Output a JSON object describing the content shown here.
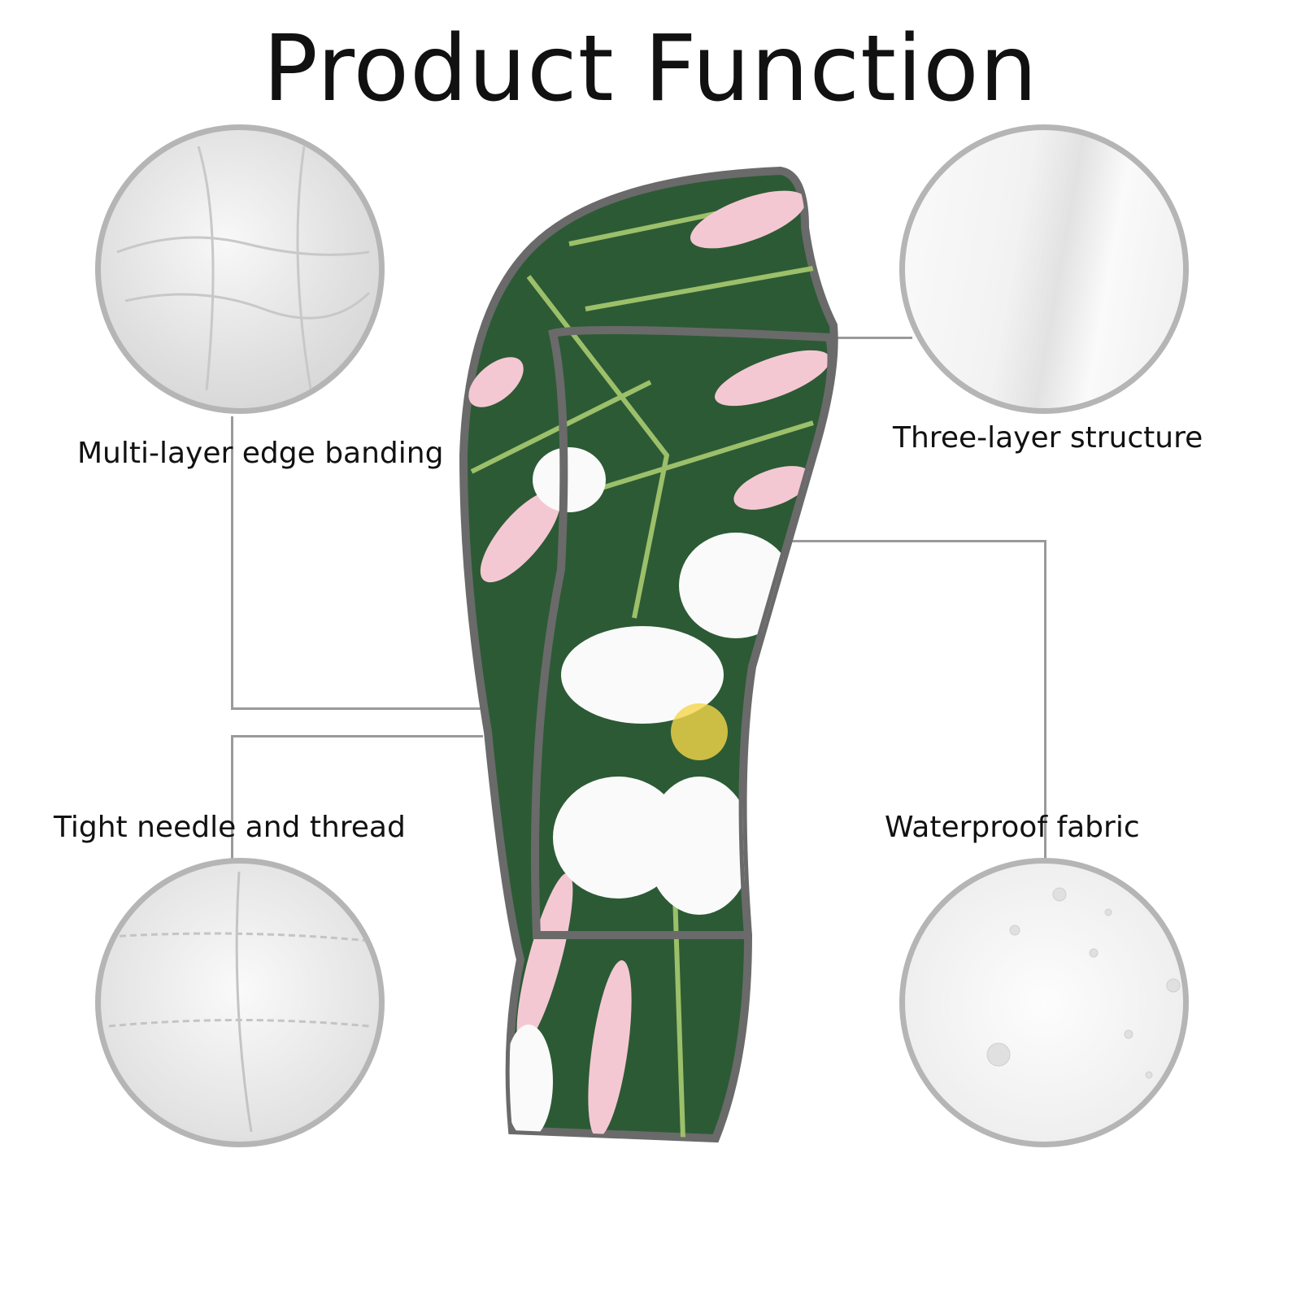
{
  "title": "Product Function",
  "features": [
    {
      "label": "Multi-layer edge banding"
    },
    {
      "label": "Three-layer structure"
    },
    {
      "label": "Tight needle and thread"
    },
    {
      "label": "Waterproof fabric"
    }
  ],
  "colors": {
    "leaf": "#2c5a35",
    "pink": "#f4c8d2",
    "edge": "#6a6a6a",
    "circle_border": "#b5b5b5"
  }
}
